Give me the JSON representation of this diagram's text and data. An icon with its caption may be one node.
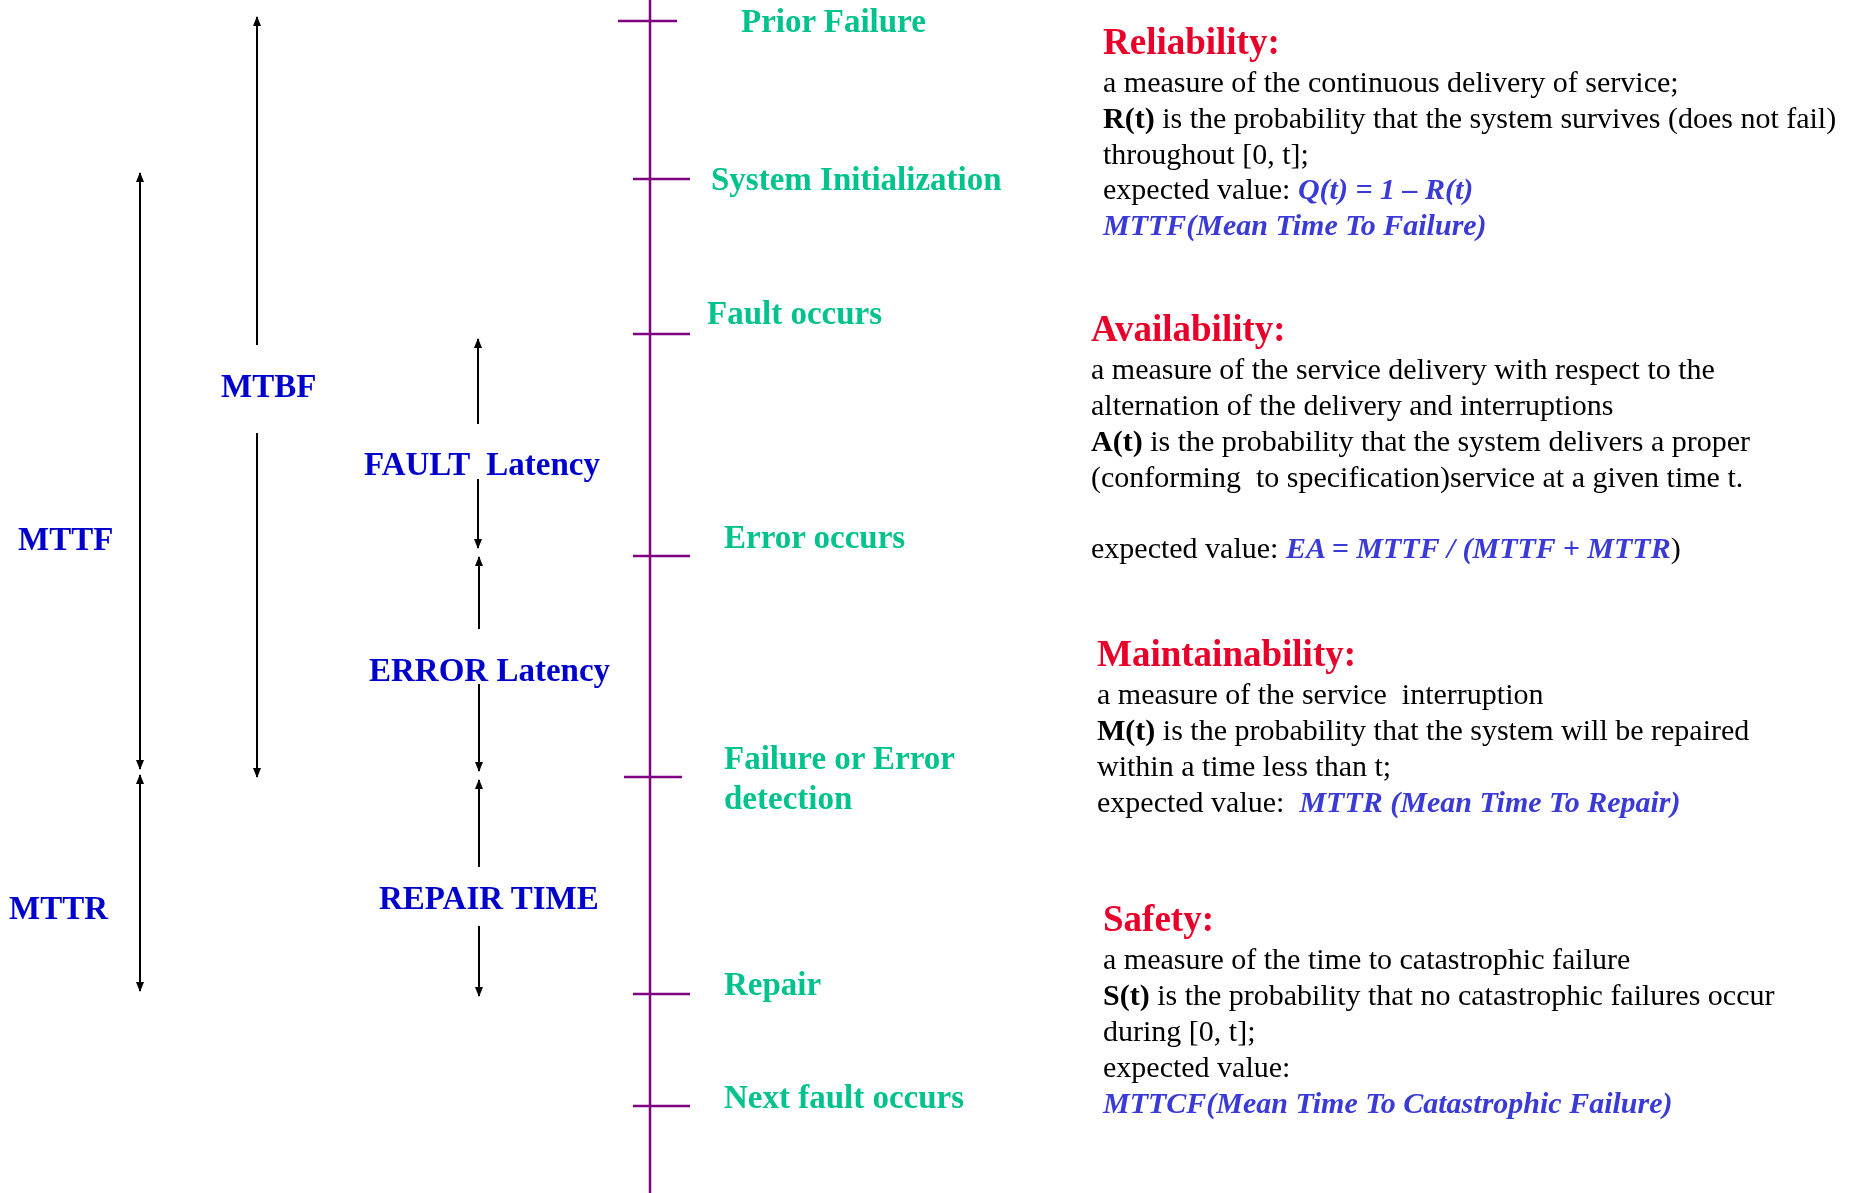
{
  "diagram": {
    "labels": [
      "MTBF",
      "MTTF",
      "FAULT  Latency",
      "ERROR Latency",
      "MTTR",
      "REPAIR TIME",
      "Prior Failure",
      "System Initialization",
      "Fault occurs",
      "Error occurs",
      "Failure or Error detection",
      "Repair",
      "Next fault occurs",
      "Reliability:",
      "a measure of the continuous delivery of service;",
      "**R(t)** is the probability that the system survives (does not fail) throughout [0, t];",
      "expected value: *Q(t) = 1 – R(t)*",
      "MTTF(Mean Time To Failure)",
      "Availability:",
      "a measure of the service delivery with respect to the alternation of the delivery and interruptions",
      "**A(t)** is the probability that the system delivers a proper (conforming  to specification)service at a given time t.",
      "expected value: *EA = MTTF / (MTTF + MTTR*)",
      "Maintainability:",
      "a measure of the service  interruption",
      "**M(t)** is the probability that the system will be repaired within a time less than t;",
      "expected value:  *MTTR (Mean Time To Repair)*",
      "Safety:",
      "a measure of the time to catastrophic failure",
      "**S(t)** is the probability that no catastrophic failures occur during [0, t];",
      "expected value:",
      "MTTCF(Mean Time To Catastrophic Failure)"
    ]
  }
}
